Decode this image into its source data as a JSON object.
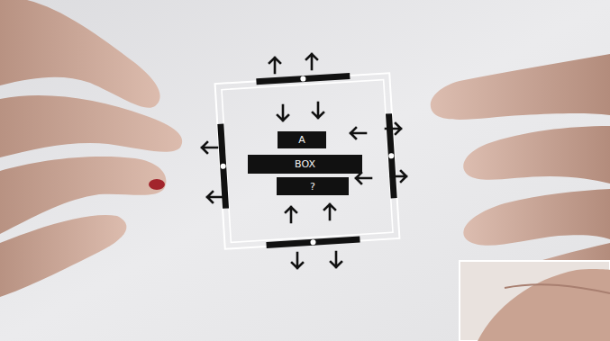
{
  "diagram": {
    "nodes": [
      {
        "text": [
          "A"
        ]
      },
      {
        "text": [
          "BOX"
        ]
      },
      {
        "text": [
          "?"
        ]
      }
    ]
  }
}
